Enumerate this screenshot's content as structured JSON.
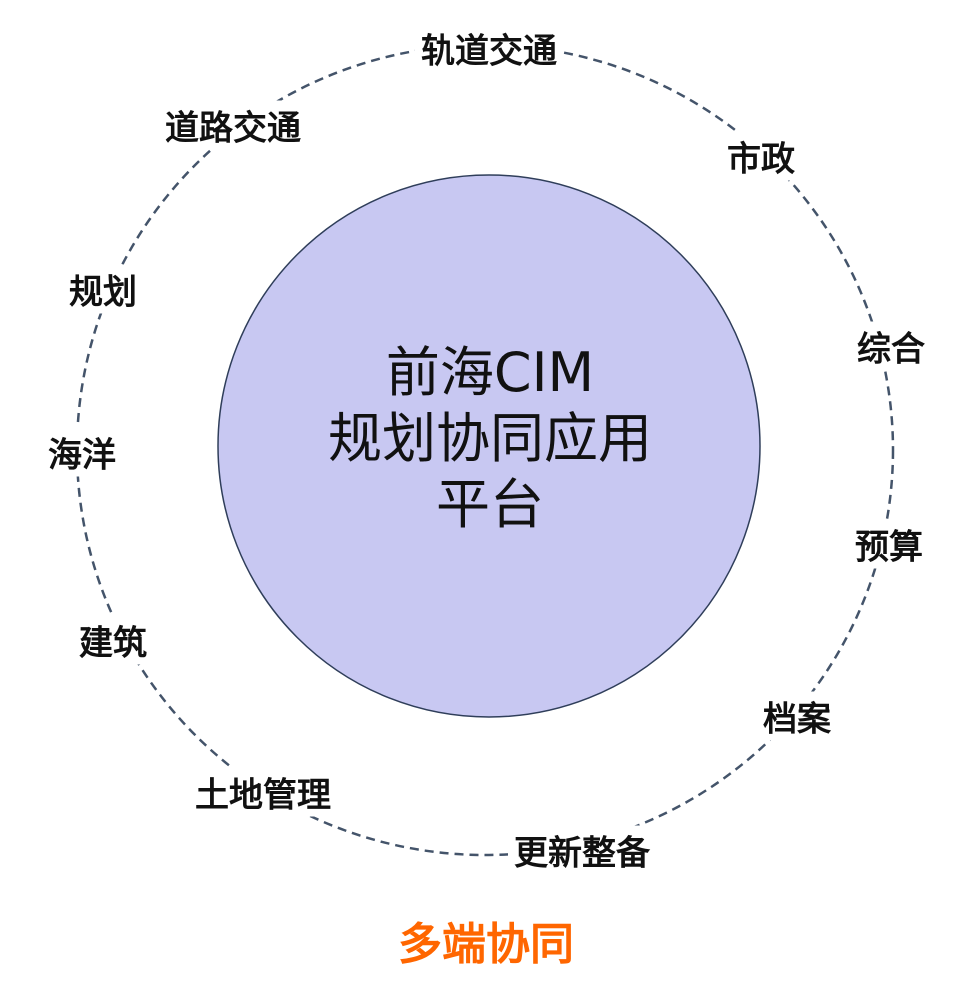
{
  "diagram": {
    "center": {
      "lines": [
        "前海CIM",
        "规划协同应用",
        "平台"
      ],
      "fill": "#c8c8f2",
      "stroke": "#2f3e5a"
    },
    "ring_color": "#44546a",
    "nodes": [
      {
        "label": "轨道交通"
      },
      {
        "label": "市政"
      },
      {
        "label": "综合"
      },
      {
        "label": "预算"
      },
      {
        "label": "档案"
      },
      {
        "label": "更新整备"
      },
      {
        "label": "土地管理"
      },
      {
        "label": "建筑"
      },
      {
        "label": "海洋"
      },
      {
        "label": "规划"
      },
      {
        "label": "道路交通"
      }
    ],
    "footer": {
      "label": "多端协同",
      "color": "#ff6600"
    }
  }
}
